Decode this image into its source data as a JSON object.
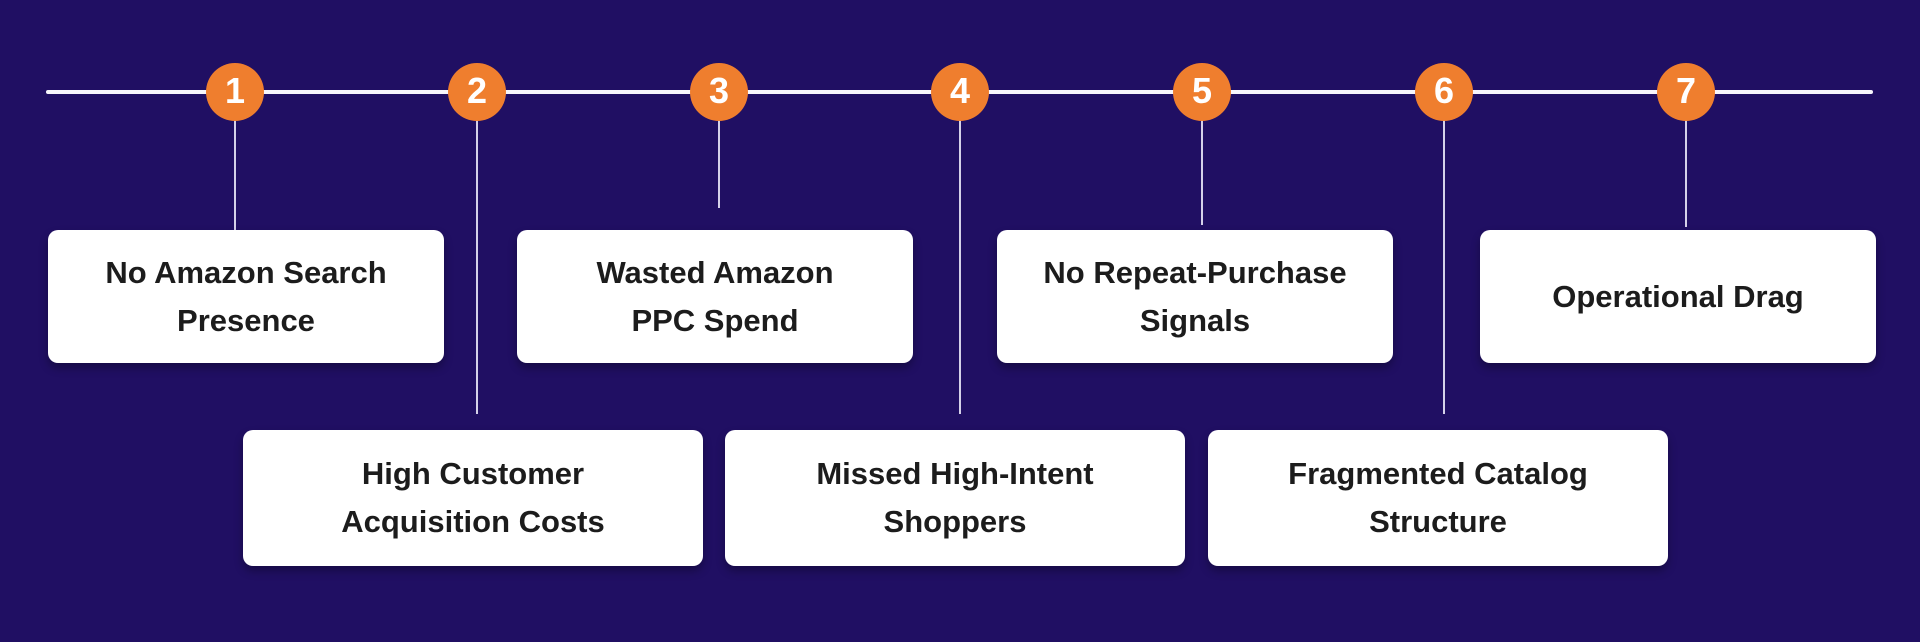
{
  "colors": {
    "background": "#200f63",
    "accent": "#ef7e2e",
    "card_background": "#ffffff",
    "card_text": "#1c1c1c",
    "axis_line": "#f7f6fc",
    "connector_line": "#d5d1e9"
  },
  "chart_data": {
    "type": "table",
    "title": "",
    "steps": [
      {
        "number": "1",
        "label": "No Amazon Search Presence"
      },
      {
        "number": "2",
        "label": "High Customer Acquisition Costs"
      },
      {
        "number": "3",
        "label": "Wasted Amazon PPC Spend"
      },
      {
        "number": "4",
        "label": "Missed High-Intent Shoppers"
      },
      {
        "number": "5",
        "label": "No Repeat-Purchase Signals"
      },
      {
        "number": "6",
        "label": "Fragmented Catalog Structure"
      },
      {
        "number": "7",
        "label": "Operational Drag"
      }
    ]
  },
  "items": [
    {
      "number": "1",
      "label": "No Amazon Search\nPresence"
    },
    {
      "number": "2",
      "label": "High Customer\nAcquisition Costs"
    },
    {
      "number": "3",
      "label": "Wasted Amazon\nPPC Spend"
    },
    {
      "number": "4",
      "label": "Missed High-Intent\nShoppers"
    },
    {
      "number": "5",
      "label": "No Repeat-Purchase\nSignals"
    },
    {
      "number": "6",
      "label": "Fragmented Catalog\nStructure"
    },
    {
      "number": "7",
      "label": "Operational Drag"
    }
  ]
}
